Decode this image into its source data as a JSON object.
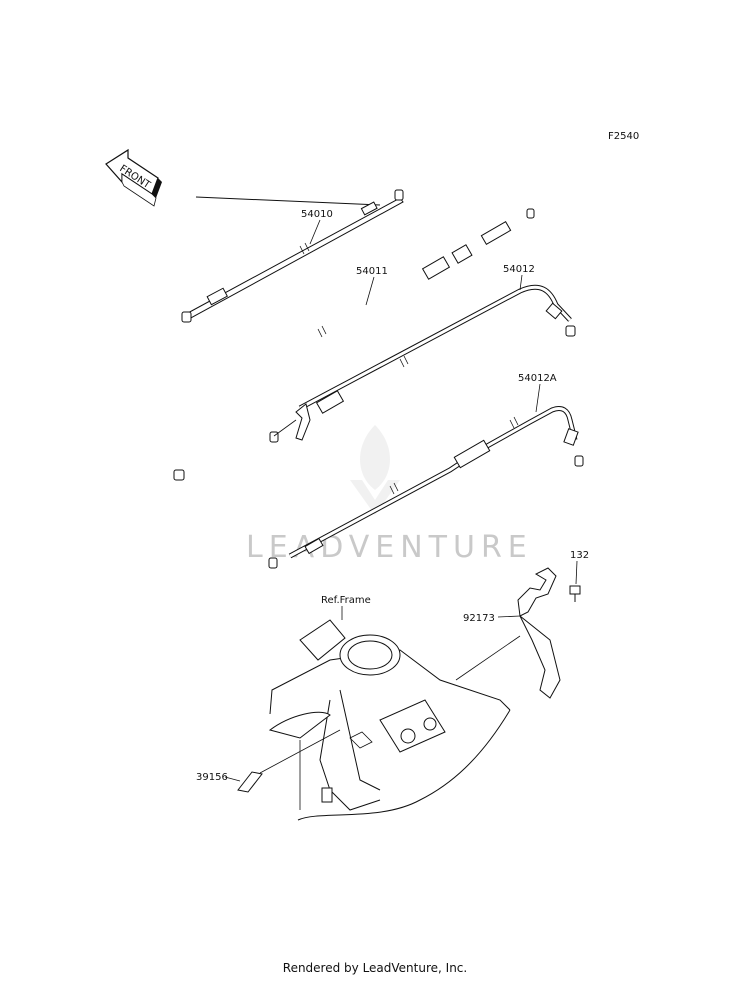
{
  "figure_code": "F2540",
  "front_label": "FRONT",
  "watermark": "LEADVENTURE",
  "callouts": {
    "cable_54010": "54010",
    "cable_54011": "54011",
    "cable_54012": "54012",
    "cable_54012a": "54012A",
    "bolt_132": "132",
    "clamp_92173": "92173",
    "label_39156": "39156",
    "ref_frame": "Ref.Frame"
  },
  "footer": "Rendered by LeadVenture, Inc."
}
